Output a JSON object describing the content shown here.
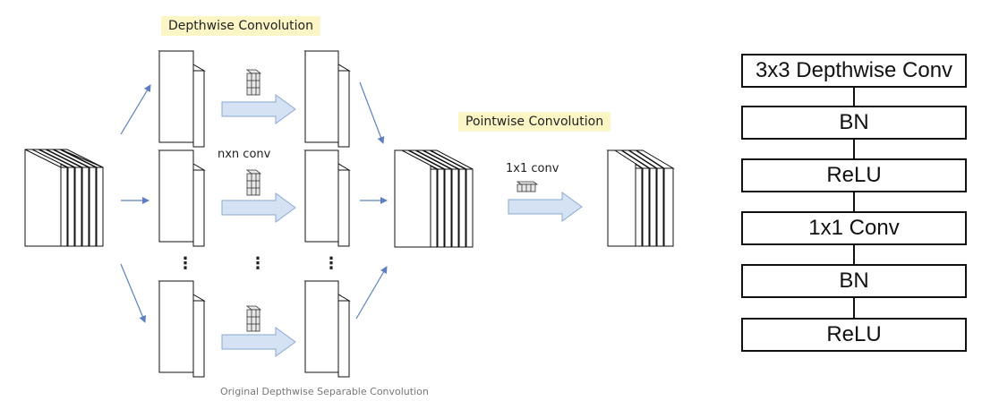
{
  "labels": {
    "depthwise_title": "Depthwise Convolution",
    "pointwise_title": "Pointwise Convolution",
    "nxn_conv": "nxn conv",
    "conv_1x1": "1x1 conv",
    "caption": "Original Depthwise Separable Convolution",
    "ellipsis": "⋮"
  },
  "blocks": [
    "3x3 Depthwise Conv",
    "BN",
    "ReLU",
    "1x1 Conv",
    "BN",
    "ReLU"
  ],
  "colors": {
    "highlight": "#fcf6c6",
    "arrow_fill": "#d4e2f4",
    "arrow_stroke": "#8aaad2",
    "line_arrow": "#5b7fc0"
  }
}
